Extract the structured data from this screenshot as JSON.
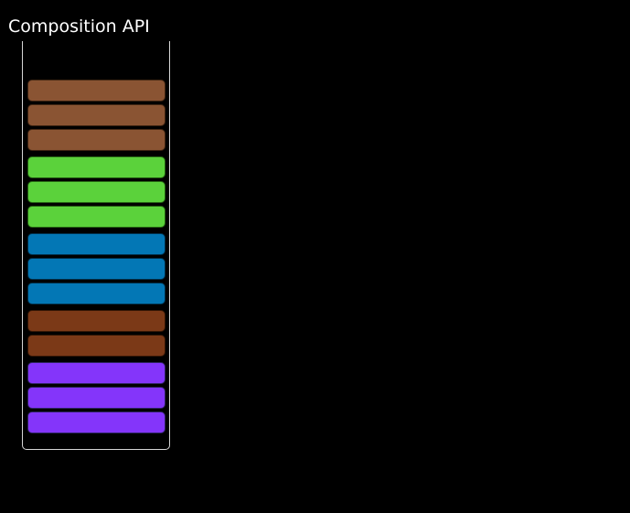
{
  "title": "Composition API",
  "colors": {
    "background": "#000000",
    "title_text": "#ffffff",
    "container_border": "#d6d6d6"
  },
  "column": {
    "groups": [
      {
        "name": "group-1-brown",
        "fill": "#8a5433",
        "stroke": "#412613",
        "bar_count": 3
      },
      {
        "name": "group-2-green",
        "fill": "#5bd23b",
        "stroke": "#256113",
        "bar_count": 3
      },
      {
        "name": "group-3-blue",
        "fill": "#0377b5",
        "stroke": "#012f49",
        "bar_count": 3
      },
      {
        "name": "group-4-rust",
        "fill": "#7b3917",
        "stroke": "#331605",
        "bar_count": 2
      },
      {
        "name": "group-5-purple",
        "fill": "#8435fa",
        "stroke": "#2e2461",
        "bar_count": 3
      }
    ]
  }
}
